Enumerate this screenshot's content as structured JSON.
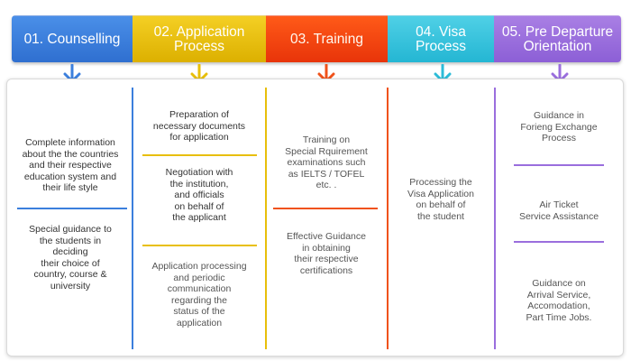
{
  "steps": [
    {
      "label": "01. Counselling",
      "color": "#3b7fdd"
    },
    {
      "label": "02. Application\nProcess",
      "color": "#e8bf0a"
    },
    {
      "label": "03. Training",
      "color": "#f0521a"
    },
    {
      "label": "04. Visa\nProcess",
      "color": "#2cbcd8"
    },
    {
      "label": "05. Pre Departure\nOrientation",
      "color": "#9a6edd"
    }
  ],
  "columns": {
    "counselling": [
      "Complete information\nabout the the countries\nand their respective\neducation system and\ntheir life style",
      "Special guidance to\nthe students in\ndeciding\ntheir choice of\ncountry, course &\nuniversity"
    ],
    "application": [
      "Preparation of\nnecessary documents\nfor application",
      "Negotiation with\nthe institution,\nand officials\non behalf of\nthe applicant",
      "Application processing\nand periodic\ncommunication\nregarding the\nstatus of the\napplication"
    ],
    "training": [
      "Training on\nSpecial Rquirement\nexaminations such\nas IELTS / TOFEL\netc. .",
      "Effective Guidance\nin obtaining\ntheir respective\ncertifications"
    ],
    "visa": [
      "Processing the\nVisa Application\non behalf of\nthe student"
    ],
    "predeparture": [
      "Guidance in\nForieng Exchange\nProcess",
      "Air Ticket\nService Assistance",
      "Guidance on\nArrival Service,\nAccomodation,\nPart Time Jobs."
    ]
  }
}
